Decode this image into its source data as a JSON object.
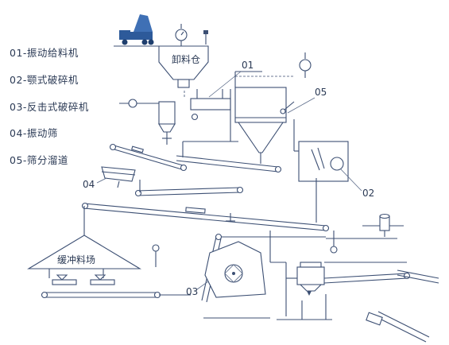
{
  "legend": [
    "01-振动给料机",
    "02-颚式破碎机",
    "03-反击式破碎机",
    "04-振动筛",
    "05-筛分溜道"
  ],
  "labels": {
    "unload_bin": "卸料仓",
    "buffer_yard": "缓冲料场",
    "tag01": "01",
    "tag02": "02",
    "tag03": "03",
    "tag04": "04",
    "tag05": "05"
  },
  "colors": {
    "line": "#3c4f73",
    "truck": "#2d5a9a",
    "text": "#2b3a55"
  }
}
